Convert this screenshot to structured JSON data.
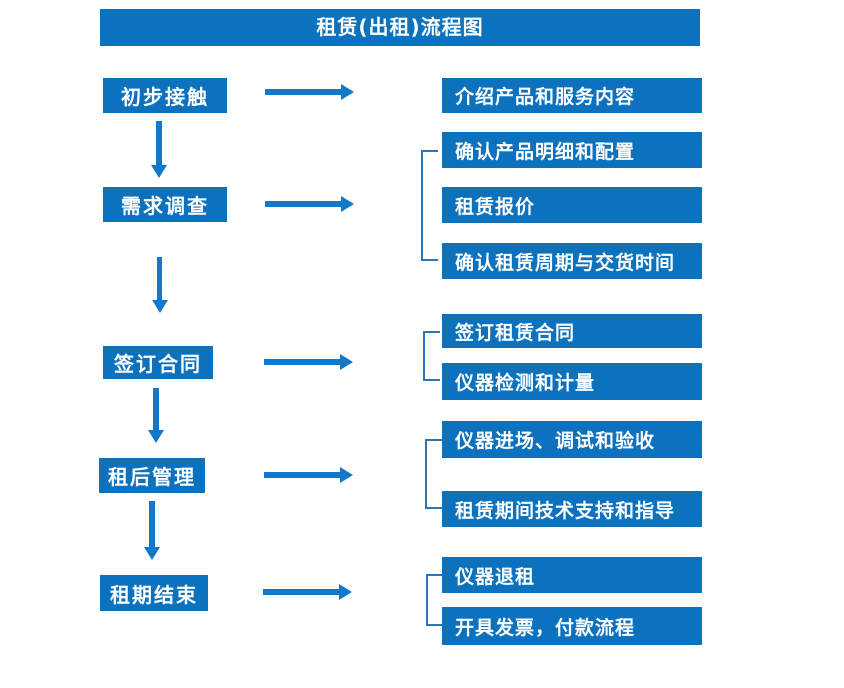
{
  "title": "租赁(出租)流程图",
  "colors": {
    "box_blue": "#0D72BE",
    "arrow_blue": "#1478C8",
    "bracket_blue": "#2E75B6",
    "text": "#FFFFFF",
    "background": "#FFFFFF"
  },
  "steps": [
    {
      "label": "初步接触",
      "details": [
        "介绍产品和服务内容"
      ]
    },
    {
      "label": "需求调查",
      "details": [
        "确认产品明细和配置",
        "租赁报价",
        "确认租赁周期与交货时间"
      ]
    },
    {
      "label": "签订合同",
      "details": [
        "签订租赁合同",
        "仪器检测和计量"
      ]
    },
    {
      "label": "租后管理",
      "details": [
        "仪器进场、调试和验收",
        "租赁期间技术支持和指导"
      ]
    },
    {
      "label": "租期结束",
      "details": [
        "仪器退租",
        "开具发票，付款流程"
      ]
    }
  ]
}
